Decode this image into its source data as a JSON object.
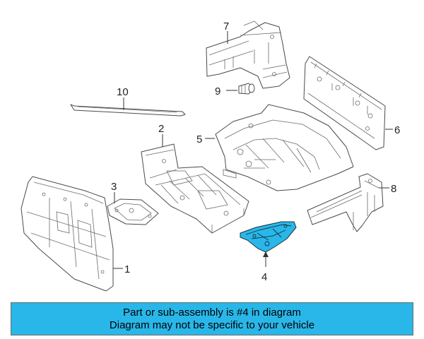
{
  "diagram": {
    "callouts": {
      "c1": "1",
      "c2": "2",
      "c3": "3",
      "c4": "4",
      "c5": "5",
      "c6": "6",
      "c7": "7",
      "c8": "8",
      "c9": "9",
      "c10": "10"
    },
    "highlight_color": "#29b7e9"
  },
  "banner": {
    "line1": "Part or sub-assembly is #4 in diagram",
    "line2": "Diagram may not be specific to your vehicle",
    "background": "#29b7e9"
  }
}
